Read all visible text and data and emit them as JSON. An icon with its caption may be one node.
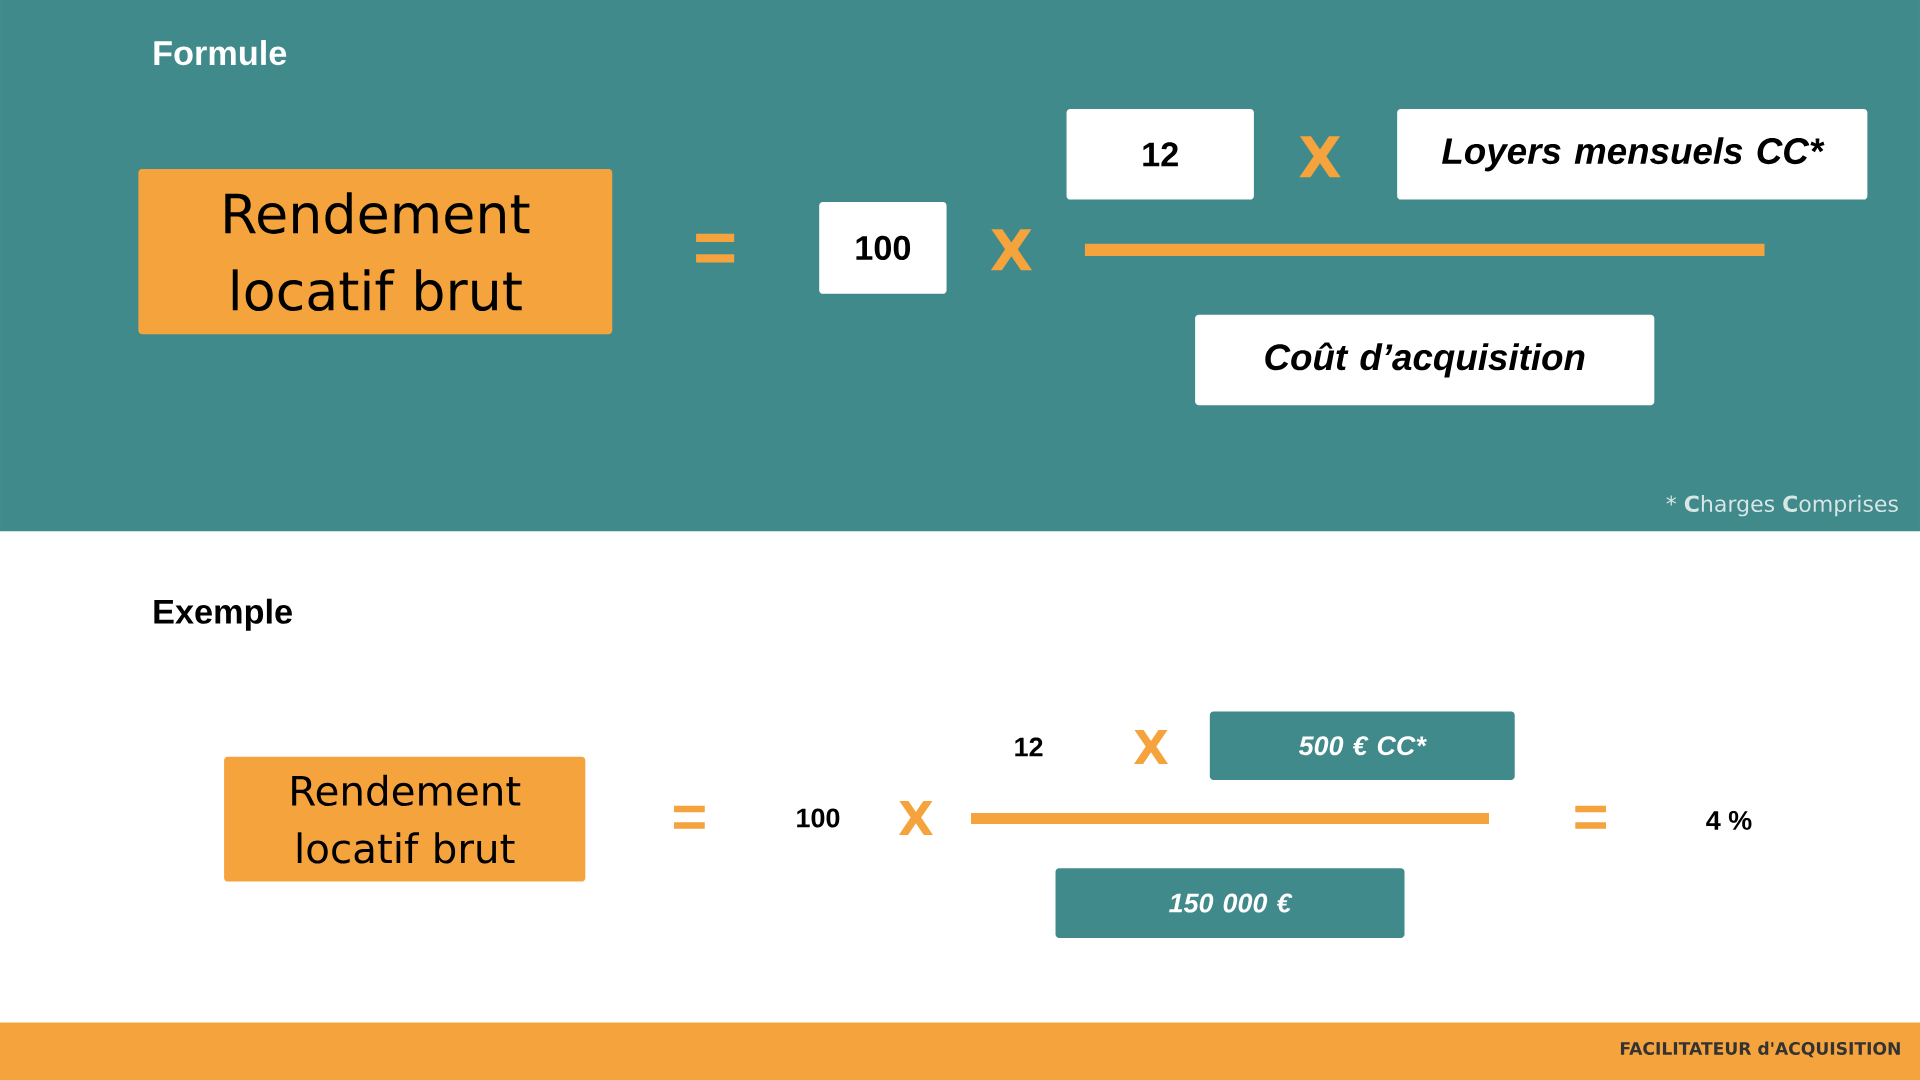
{
  "diagram": {
    "nodes": [
      {
        "text": [
          "Rendement locatif brut"
        ]
      },
      {
        "text": [
          "100"
        ]
      },
      {
        "text": [
          "12"
        ]
      },
      {
        "text": [
          "Loyers mensuels CC*"
        ]
      },
      {
        "text": [
          "Coût d’acquisition"
        ]
      },
      {
        "text": [
          "Rendement locatif brut"
        ]
      },
      {
        "text": [
          "500 € CC*"
        ]
      },
      {
        "text": [
          "150 000 €"
        ]
      }
    ],
    "edges": [],
    "labels": [
      "Formule",
      "=",
      "X",
      "X",
      "* **C**harges **C**omprises",
      "Exemple",
      "=",
      "100",
      "X",
      "12",
      "X",
      "=",
      "4 %",
      "FACILITATEUR d'ACQUISITION"
    ]
  }
}
